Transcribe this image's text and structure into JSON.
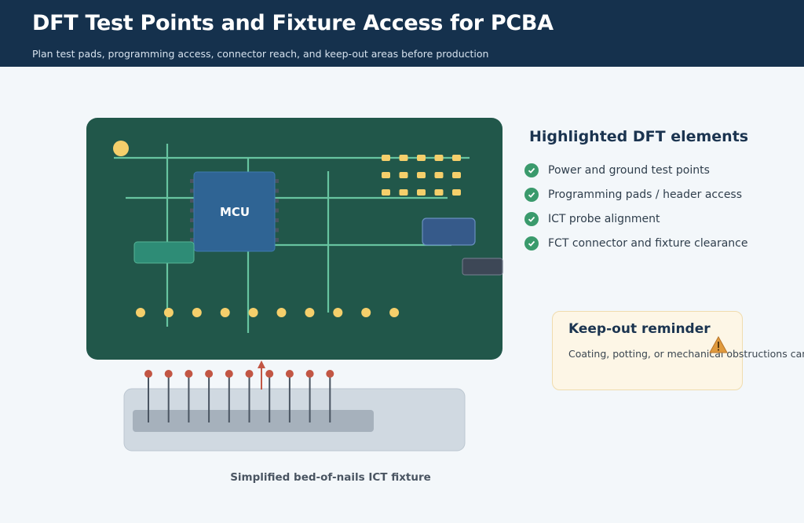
{
  "header": {
    "title": "DFT Test Points and Fixture Access for PCBA",
    "subtitle": "Plan test pads, programming access, connector reach, and keep-out areas before production"
  },
  "diagram": {
    "mcu_label": "MCU",
    "fixture_caption": "Simplified bed-of-nails ICT fixture",
    "test_point_count": 10,
    "probe_count": 10,
    "pad_rows": 3,
    "pad_cols": 5
  },
  "panel": {
    "title": "Highlighted DFT elements",
    "items": [
      "Power and ground test points",
      "Programming pads / header access",
      "ICT probe alignment",
      "FCT connector and fixture clearance"
    ]
  },
  "keepout": {
    "title": "Keep-out reminder",
    "text": "Coating, potting, or mechanical obstructions can block access."
  },
  "colors": {
    "header_bg": "#15314d",
    "board": "#21574a",
    "trace": "#67c4a0",
    "test_point": "#f5cf6b",
    "mcu": "#2f6494",
    "probe_tip": "#c25644",
    "check": "#3a9a6c",
    "warning": "#e09a3d"
  }
}
